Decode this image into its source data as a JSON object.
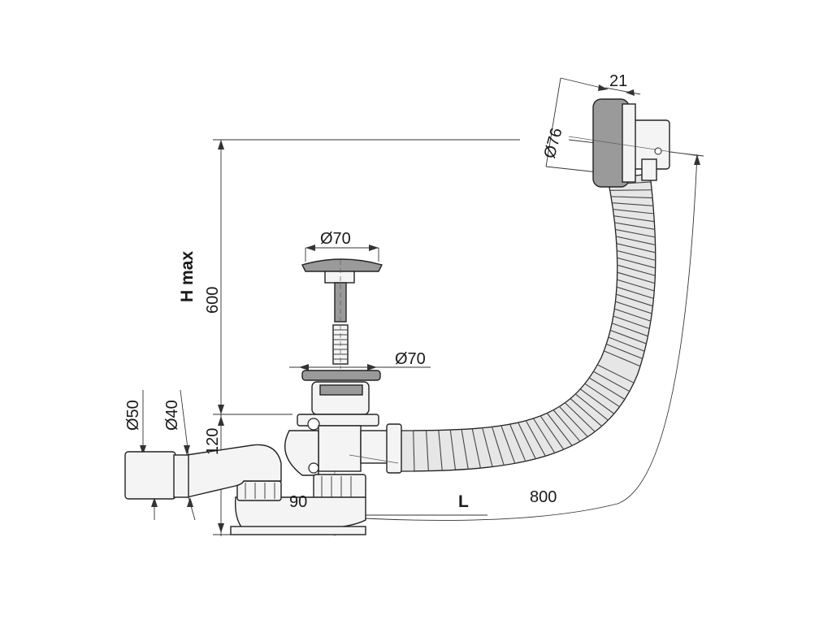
{
  "labels": {
    "d76": "Ø76",
    "w21": "21",
    "d70_top": "Ø70",
    "d70_mid": "Ø70",
    "d50": "Ø50",
    "d40": "Ø40",
    "h120": "120",
    "hmax": "H max",
    "h600": "600",
    "w90": "90",
    "L": "L",
    "l800": "800"
  },
  "colors": {
    "line": "#222222",
    "metal": "#9a9a9a",
    "plastic": "#f4f4f4"
  }
}
